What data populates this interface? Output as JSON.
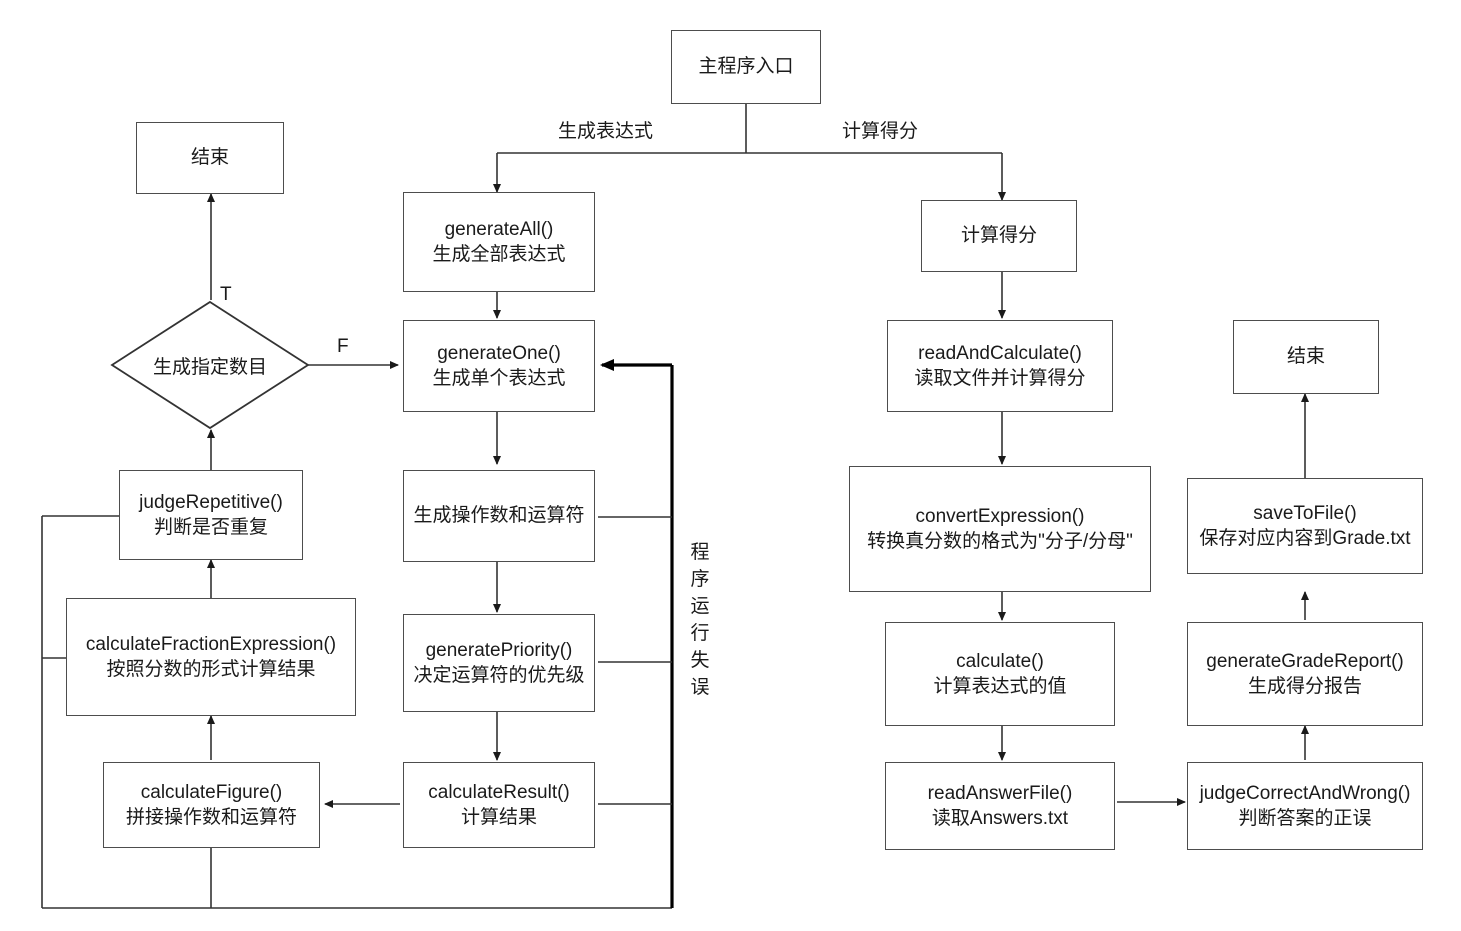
{
  "diagram": {
    "title_node": {
      "label": "主程序入口"
    },
    "branch_labels": {
      "left": "生成表达式",
      "right": "计算得分"
    },
    "decision_labels": {
      "true": "T",
      "false": "F"
    },
    "vertical_note": "程序运行失误",
    "left_branch": {
      "end_node": {
        "label": "结束"
      },
      "decision": {
        "label": "生成指定数目"
      },
      "nodes": [
        {
          "line1": "generateAll()",
          "line2": "生成全部表达式"
        },
        {
          "line1": "generateOne()",
          "line2": "生成单个表达式"
        },
        {
          "line1": "生成操作数和运算符",
          "line2": ""
        },
        {
          "line1": "generatePriority()",
          "line2": "决定运算符的优先级"
        },
        {
          "line1": "calculateResult()",
          "line2": "计算结果"
        },
        {
          "line1": "calculateFigure()",
          "line2": "拼接操作数和运算符"
        },
        {
          "line1": "calculateFractionExpression()",
          "line2": "按照分数的形式计算结果"
        },
        {
          "line1": "judgeRepetitive()",
          "line2": "判断是否重复"
        }
      ]
    },
    "right_branch": {
      "end_node": {
        "label": "结束"
      },
      "nodes": [
        {
          "line1": "计算得分",
          "line2": ""
        },
        {
          "line1": "readAndCalculate()",
          "line2": "读取文件并计算得分"
        },
        {
          "line1": "convertExpression()",
          "line2": "转换真分数的格式为\"分子/分母\""
        },
        {
          "line1": "calculate()",
          "line2": "计算表达式的值"
        },
        {
          "line1": "readAnswerFile()",
          "line2": "读取Answers.txt"
        },
        {
          "line1": "judgeCorrectAndWrong()",
          "line2": "判断答案的正误"
        },
        {
          "line1": "generateGradeReport()",
          "line2": "生成得分报告"
        },
        {
          "line1": "saveToFile()",
          "line2": "保存对应内容到Grade.txt"
        }
      ]
    },
    "colors": {
      "stroke": "#4d4d4d",
      "arrow": "#1a1a1a",
      "text": "#1a1a1a",
      "background": "#ffffff"
    }
  }
}
